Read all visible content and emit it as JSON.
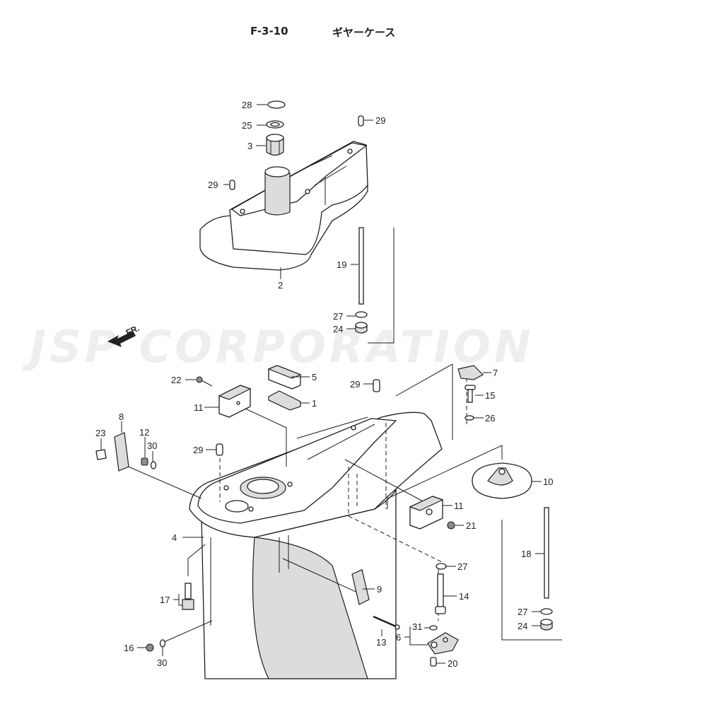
{
  "header": {
    "page_code": "F-3-10",
    "page_title": "ギヤーケース"
  },
  "watermark": {
    "text": "JSP CORPORATION",
    "color": "#eeeeee"
  },
  "direction": {
    "text": "FR."
  },
  "parts": {
    "p1": "1",
    "p2": "2",
    "p3": "3",
    "p4": "4",
    "p5": "5",
    "p6": "6",
    "p7": "7",
    "p8": "8",
    "p9": "9",
    "p10": "10",
    "p11a": "11",
    "p11b": "11",
    "p12": "12",
    "p13": "13",
    "p14": "14",
    "p15": "15",
    "p16": "16",
    "p17": "17",
    "p18": "18",
    "p19": "19",
    "p20": "20",
    "p21": "21",
    "p22": "22",
    "p23": "23",
    "p24a": "24",
    "p24b": "24",
    "p25": "25",
    "p26": "26",
    "p27a": "27",
    "p27b": "27",
    "p27c": "27",
    "p28": "28",
    "p29a": "29",
    "p29b": "29",
    "p29c": "29",
    "p29d": "29",
    "p30a": "30",
    "p30b": "30",
    "p31": "31"
  }
}
